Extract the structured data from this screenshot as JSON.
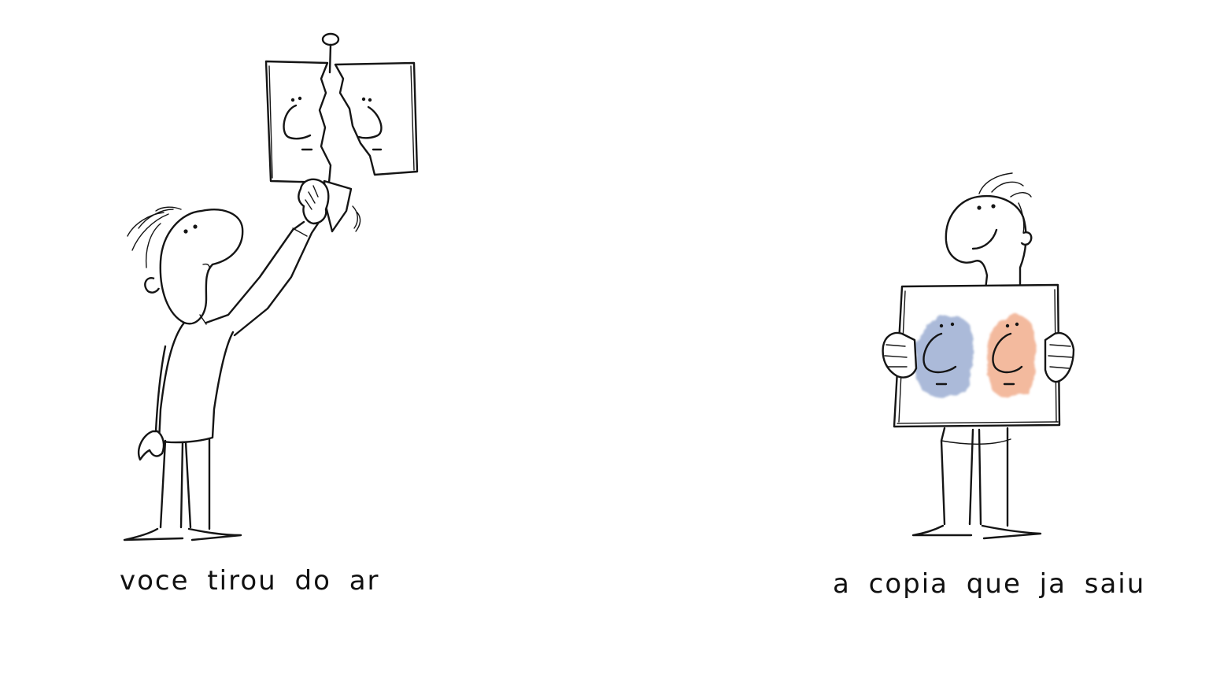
{
  "captions": {
    "left": "voce tirou do ar",
    "right": "a copia que ja saiu"
  },
  "colors": {
    "ink": "#151515",
    "background": "#ffffff",
    "blue_wash": "#8fa3cc",
    "orange_wash": "#f0a783"
  },
  "figures": {
    "left": "person-tearing-poster",
    "right": "person-holding-poster"
  }
}
